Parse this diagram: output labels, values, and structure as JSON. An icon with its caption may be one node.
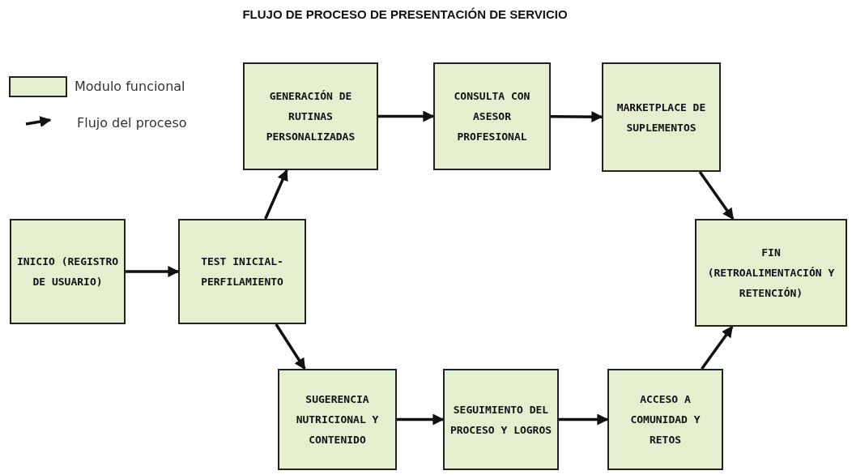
{
  "diagram": {
    "title": "FLUJO DE PROCESO DE PRESENTACIÓN DE SERVICIO",
    "nodes": [
      {
        "text": [
          "INICIO (REGISTRO DE USUARIO)"
        ]
      },
      {
        "text": [
          "TEST INICIAL-PERFILAMIENTO"
        ]
      },
      {
        "text": [
          "GENERACIÓN DE RUTINAS PERSONALIZADAS"
        ]
      },
      {
        "text": [
          "CONSULTA CON ASESOR PROFESIONAL"
        ]
      },
      {
        "text": [
          "MARKETPLACE DE SUPLEMENTOS"
        ]
      },
      {
        "text": [
          "SUGERENCIA NUTRICIONAL Y CONTENIDO"
        ]
      },
      {
        "text": [
          "SEGUIMIENTO DEL PROCESO Y LOGROS"
        ]
      },
      {
        "text": [
          "ACCESO A COMUNIDAD Y RETOS"
        ]
      },
      {
        "text": [
          "FIN (RETROALIMENTACIÓN Y RETENCIÓN)"
        ]
      }
    ],
    "edges": [
      {
        "from": 0,
        "to": 1,
        "arrow": "to"
      },
      {
        "from": 1,
        "to": 2,
        "arrow": "to"
      },
      {
        "from": 2,
        "to": 3,
        "arrow": "to"
      },
      {
        "from": 3,
        "to": 4,
        "arrow": "to"
      },
      {
        "from": 4,
        "to": 8,
        "arrow": "to"
      },
      {
        "from": 1,
        "to": 5,
        "arrow": "to"
      },
      {
        "from": 5,
        "to": 6,
        "arrow": "to"
      },
      {
        "from": 6,
        "to": 7,
        "arrow": "to"
      },
      {
        "from": 7,
        "to": 8,
        "arrow": "to"
      }
    ],
    "legend": [
      {
        "text": "Modulo funcional",
        "color": "#e3efcf"
      },
      {
        "text": "Flujo del proceso"
      }
    ]
  }
}
